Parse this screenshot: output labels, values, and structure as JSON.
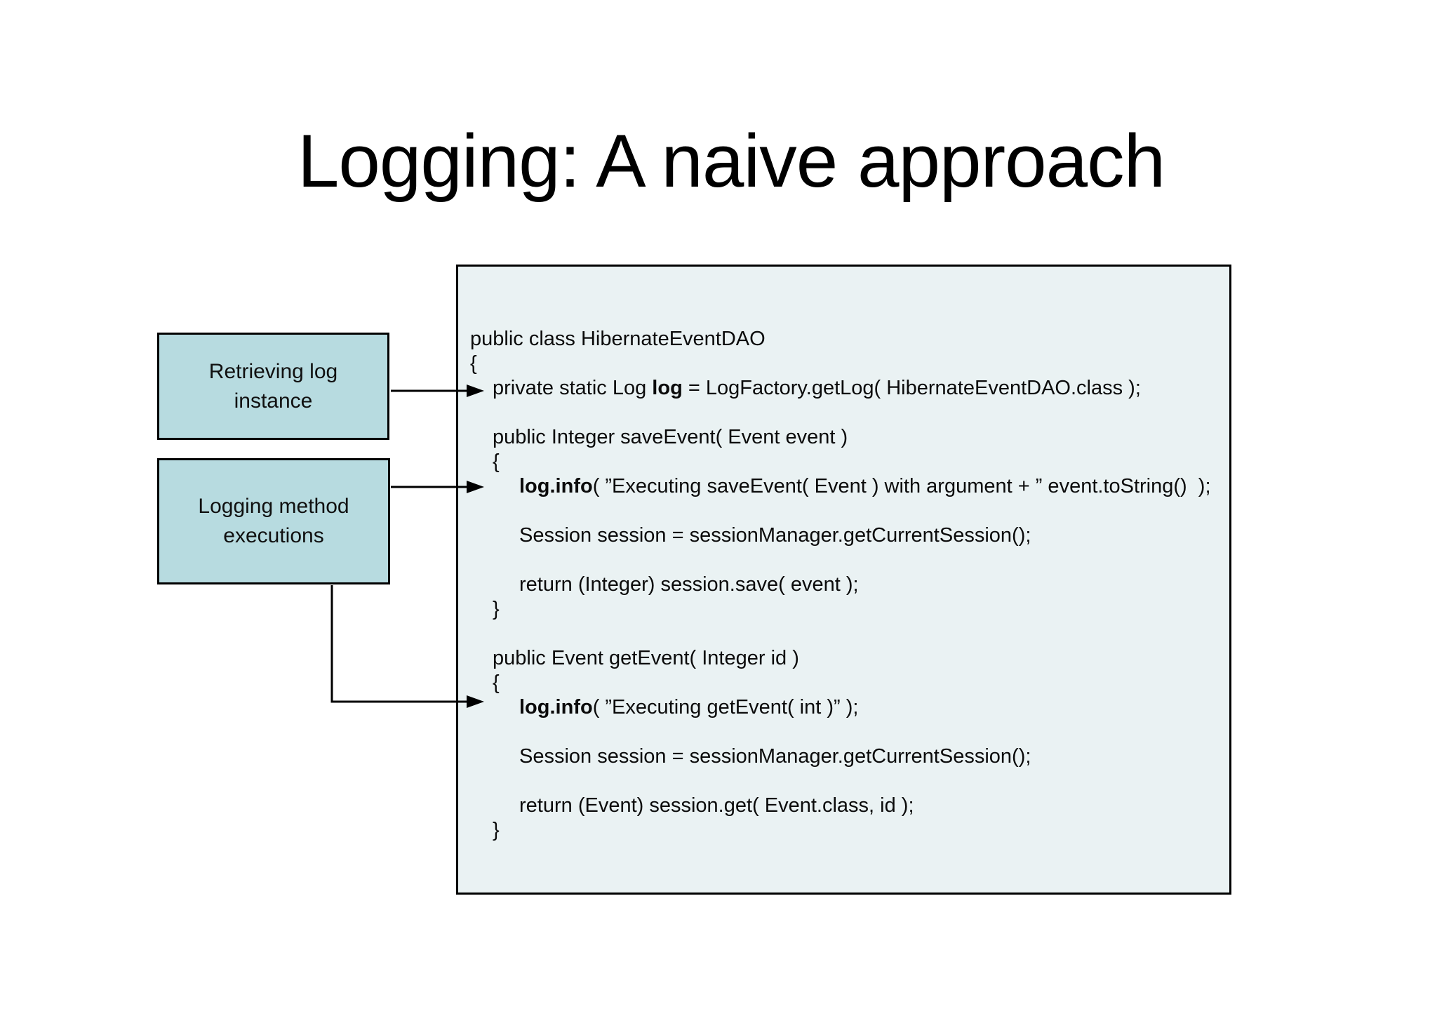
{
  "slide": {
    "title": "Logging: A naive approach"
  },
  "labels": [
    {
      "id": "retrieving-log-instance",
      "text": "Retrieving log\ninstance"
    },
    {
      "id": "logging-method-executions",
      "text": "Logging method\nexecutions"
    }
  ],
  "colors": {
    "label_box_fill": "#b7dbe0",
    "code_box_fill": "#eaf2f3",
    "ink": "#000000"
  },
  "code": {
    "class_name": "HibernateEventDAO",
    "lines": [
      {
        "indent": 0,
        "segments": [
          {
            "text": "public class HibernateEventDAO",
            "bold": false
          }
        ]
      },
      {
        "indent": 0,
        "segments": [
          {
            "text": "{",
            "bold": false
          }
        ]
      },
      {
        "indent": 1,
        "segments": [
          {
            "text": "private static Log ",
            "bold": false
          },
          {
            "text": "log",
            "bold": true
          },
          {
            "text": " = LogFactory.getLog( HibernateEventDAO.class );",
            "bold": false
          }
        ]
      },
      {
        "blank": true
      },
      {
        "indent": 1,
        "segments": [
          {
            "text": "public Integer saveEvent( Event event )",
            "bold": false
          }
        ]
      },
      {
        "indent": 1,
        "segments": [
          {
            "text": "{",
            "bold": false
          }
        ]
      },
      {
        "indent": 2,
        "segments": [
          {
            "text": "log.info",
            "bold": true
          },
          {
            "text": "( ”Executing saveEvent( Event ) with argument + ” event.toString()  );",
            "bold": false
          }
        ]
      },
      {
        "blank": true
      },
      {
        "indent": 2,
        "segments": [
          {
            "text": "Session session = sessionManager.getCurrentSession();",
            "bold": false
          }
        ]
      },
      {
        "blank": true
      },
      {
        "indent": 2,
        "segments": [
          {
            "text": "return (Integer) session.save( event );",
            "bold": false
          }
        ]
      },
      {
        "indent": 1,
        "segments": [
          {
            "text": "}",
            "bold": false
          }
        ]
      },
      {
        "blank": true
      },
      {
        "indent": 1,
        "segments": [
          {
            "text": "public Event getEvent( Integer id )",
            "bold": false
          }
        ]
      },
      {
        "indent": 1,
        "segments": [
          {
            "text": "{",
            "bold": false
          }
        ]
      },
      {
        "indent": 2,
        "segments": [
          {
            "text": "log.info",
            "bold": true
          },
          {
            "text": "( ”Executing getEvent( int )” );",
            "bold": false
          }
        ]
      },
      {
        "blank": true
      },
      {
        "indent": 2,
        "segments": [
          {
            "text": "Session session = sessionManager.getCurrentSession();",
            "bold": false
          }
        ]
      },
      {
        "blank": true
      },
      {
        "indent": 2,
        "segments": [
          {
            "text": "return (Event) session.get( Event.class, id );",
            "bold": false
          }
        ]
      },
      {
        "indent": 1,
        "segments": [
          {
            "text": "}",
            "bold": false
          }
        ]
      }
    ]
  }
}
